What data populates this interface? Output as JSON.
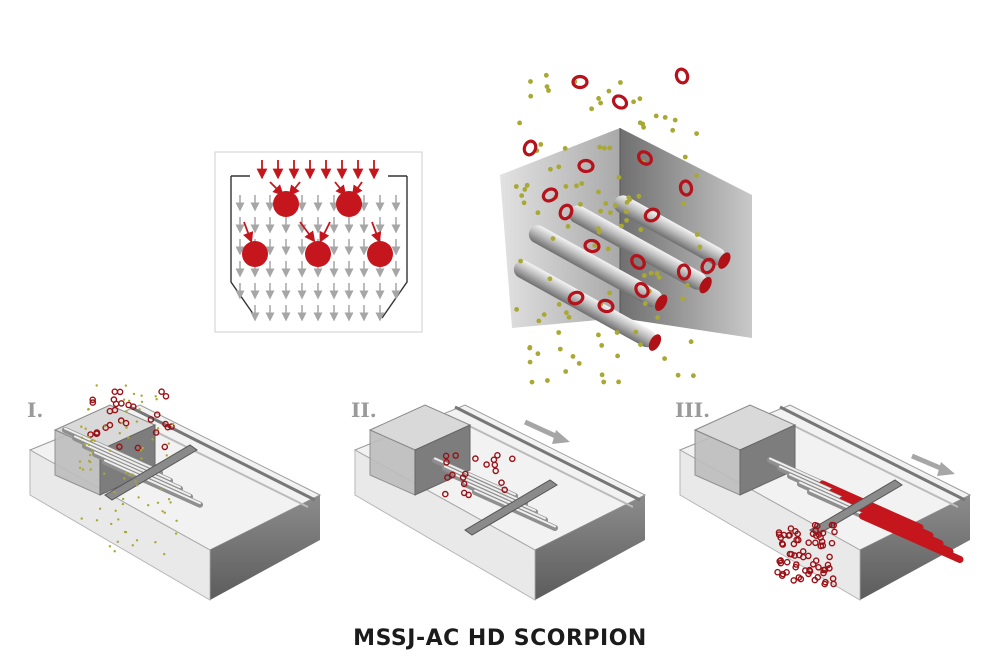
{
  "title": "MSSJ-AC HD SCORPION",
  "steps": [
    {
      "label": "I."
    },
    {
      "label": "II."
    },
    {
      "label": "III."
    }
  ],
  "colors": {
    "magnet_red": "#c4161c",
    "flow_grey": "#a6a6a6",
    "steel": "#9a9a9a",
    "particle": "#a8a832",
    "label_grey": "#9a9a9a",
    "title": "#1b1b1b"
  },
  "icons": {
    "flow_arrow": "arrow-down-icon",
    "motion_arrow": "arrow-right-icon"
  }
}
